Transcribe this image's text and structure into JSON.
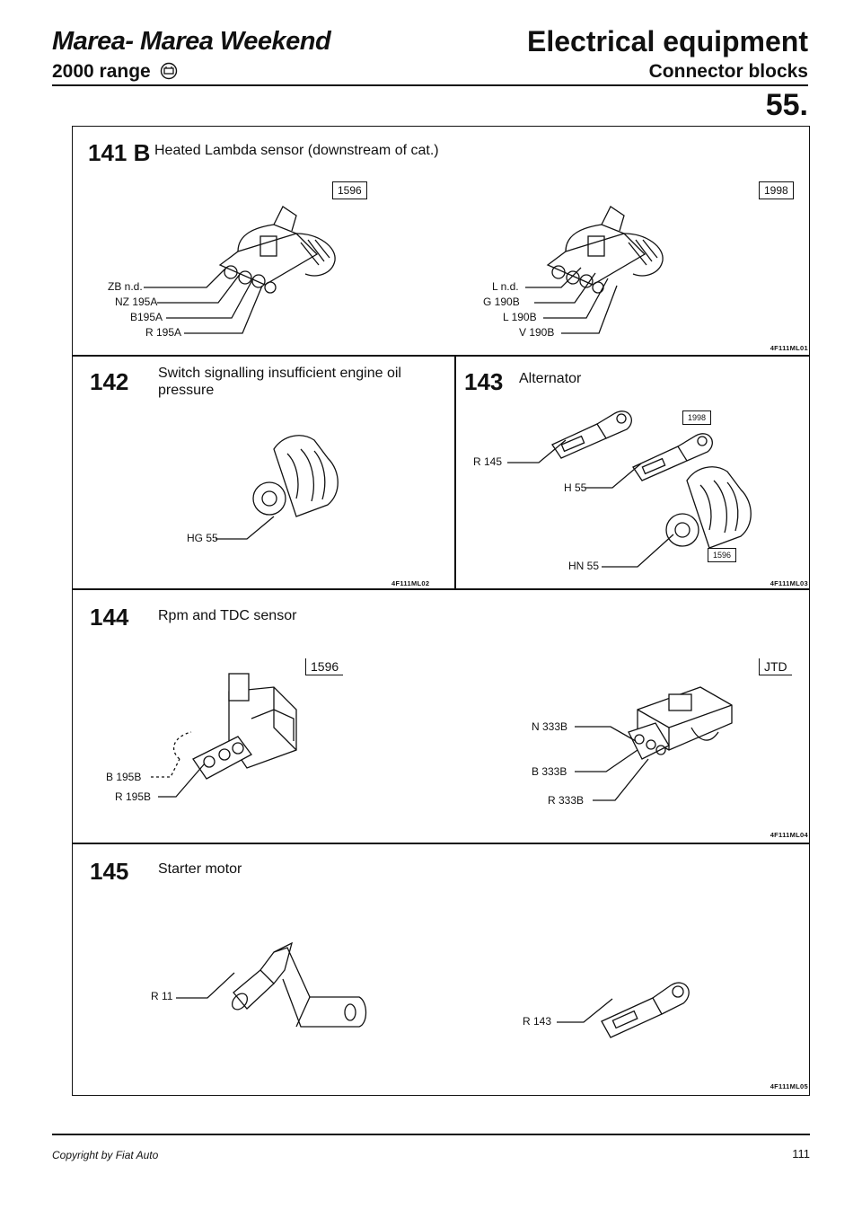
{
  "header": {
    "title_left": "Marea- Marea Weekend",
    "subtitle_left": "2000 range",
    "title_right": "Electrical equipment",
    "subtitle_right": "Connector blocks",
    "page_section": "55."
  },
  "sections": {
    "s141b": {
      "number": "141 B",
      "title": "Heated Lambda sensor (downstream of cat.)",
      "variant_a": "1596",
      "variant_b": "1998",
      "labels_a": [
        "ZB n.d.",
        "NZ 195A",
        "B195A",
        "R 195A"
      ],
      "labels_b": [
        "L n.d.",
        "G 190B",
        "L 190B",
        "V 190B"
      ],
      "code": "4F111ML01"
    },
    "s142": {
      "number": "142",
      "title_line1": "Switch signalling insufficient engine oil",
      "title_line2": "pressure",
      "labels": [
        "HG 55"
      ],
      "code": "4F111ML02"
    },
    "s143": {
      "number": "143",
      "title": "Alternator",
      "variant_a": "1998",
      "variant_b": "1596",
      "labels": [
        "R 145",
        "H 55",
        "HN 55"
      ],
      "code": "4F111ML03"
    },
    "s144": {
      "number": "144",
      "title": "Rpm and TDC sensor",
      "variant_a": "1596",
      "variant_b": "JTD",
      "labels_a": [
        "B 195B",
        "R 195B"
      ],
      "labels_b": [
        "N 333B",
        "B 333B",
        "R 333B"
      ],
      "code": "4F111ML04"
    },
    "s145": {
      "number": "145",
      "title": "Starter motor",
      "labels": [
        "R 11",
        "R 143"
      ],
      "code": "4F111ML05"
    }
  },
  "footer": {
    "copyright": "Copyright by Fiat Auto",
    "page_number": "111"
  }
}
